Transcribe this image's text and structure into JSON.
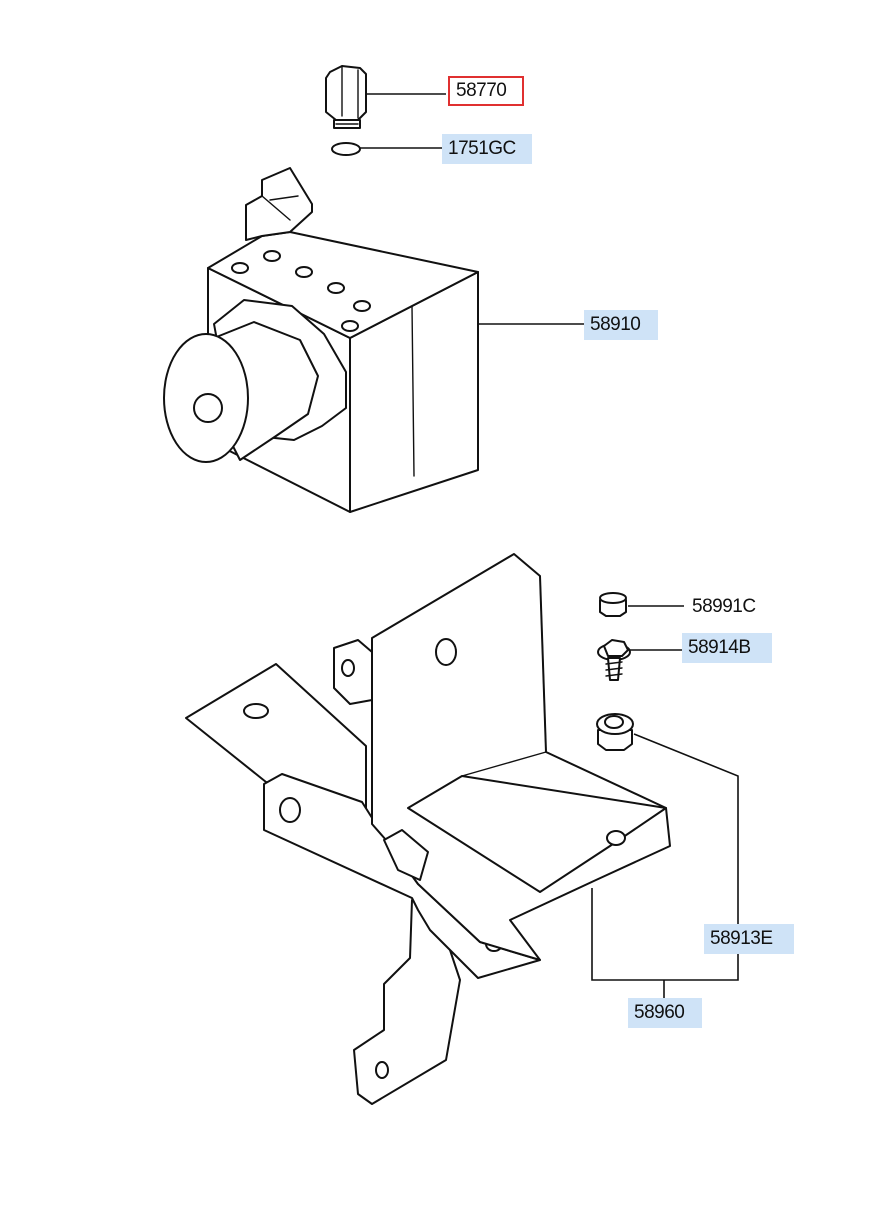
{
  "diagram": {
    "labels": {
      "p58770": "58770",
      "p1751gc": "1751GC",
      "p58910": "58910",
      "p58991c": "58991C",
      "p58914b": "58914B",
      "p58913e": "58913E",
      "p58960": "58960"
    },
    "colors": {
      "highlight": "#cfe3f7",
      "selected_border": "#e03030",
      "line": "#111111"
    }
  }
}
